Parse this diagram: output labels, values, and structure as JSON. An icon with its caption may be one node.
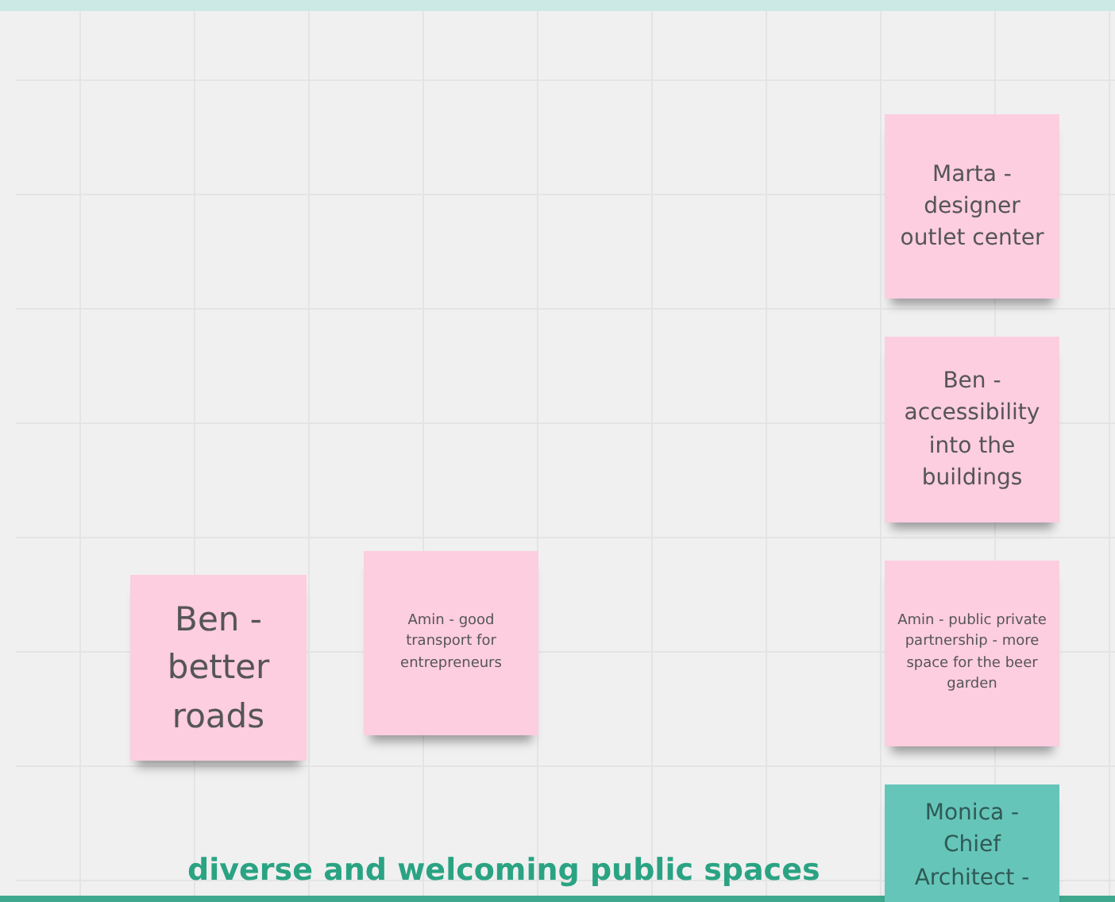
{
  "diagram": {
    "nodes": [
      {
        "text": [
          "Marta - designer outlet center"
        ]
      },
      {
        "text": [
          "Ben - accessibility into the buildings"
        ]
      },
      {
        "text": [
          "Amin - good transport for entrepreneurs"
        ]
      },
      {
        "text": [
          "Ben - better roads"
        ]
      },
      {
        "text": [
          "Amin - public private partnership - more space for the beer garden"
        ]
      },
      {
        "text": [
          "Monica - Chief Architect -"
        ]
      }
    ],
    "labels": [
      "diverse and welcoming public spaces"
    ]
  }
}
